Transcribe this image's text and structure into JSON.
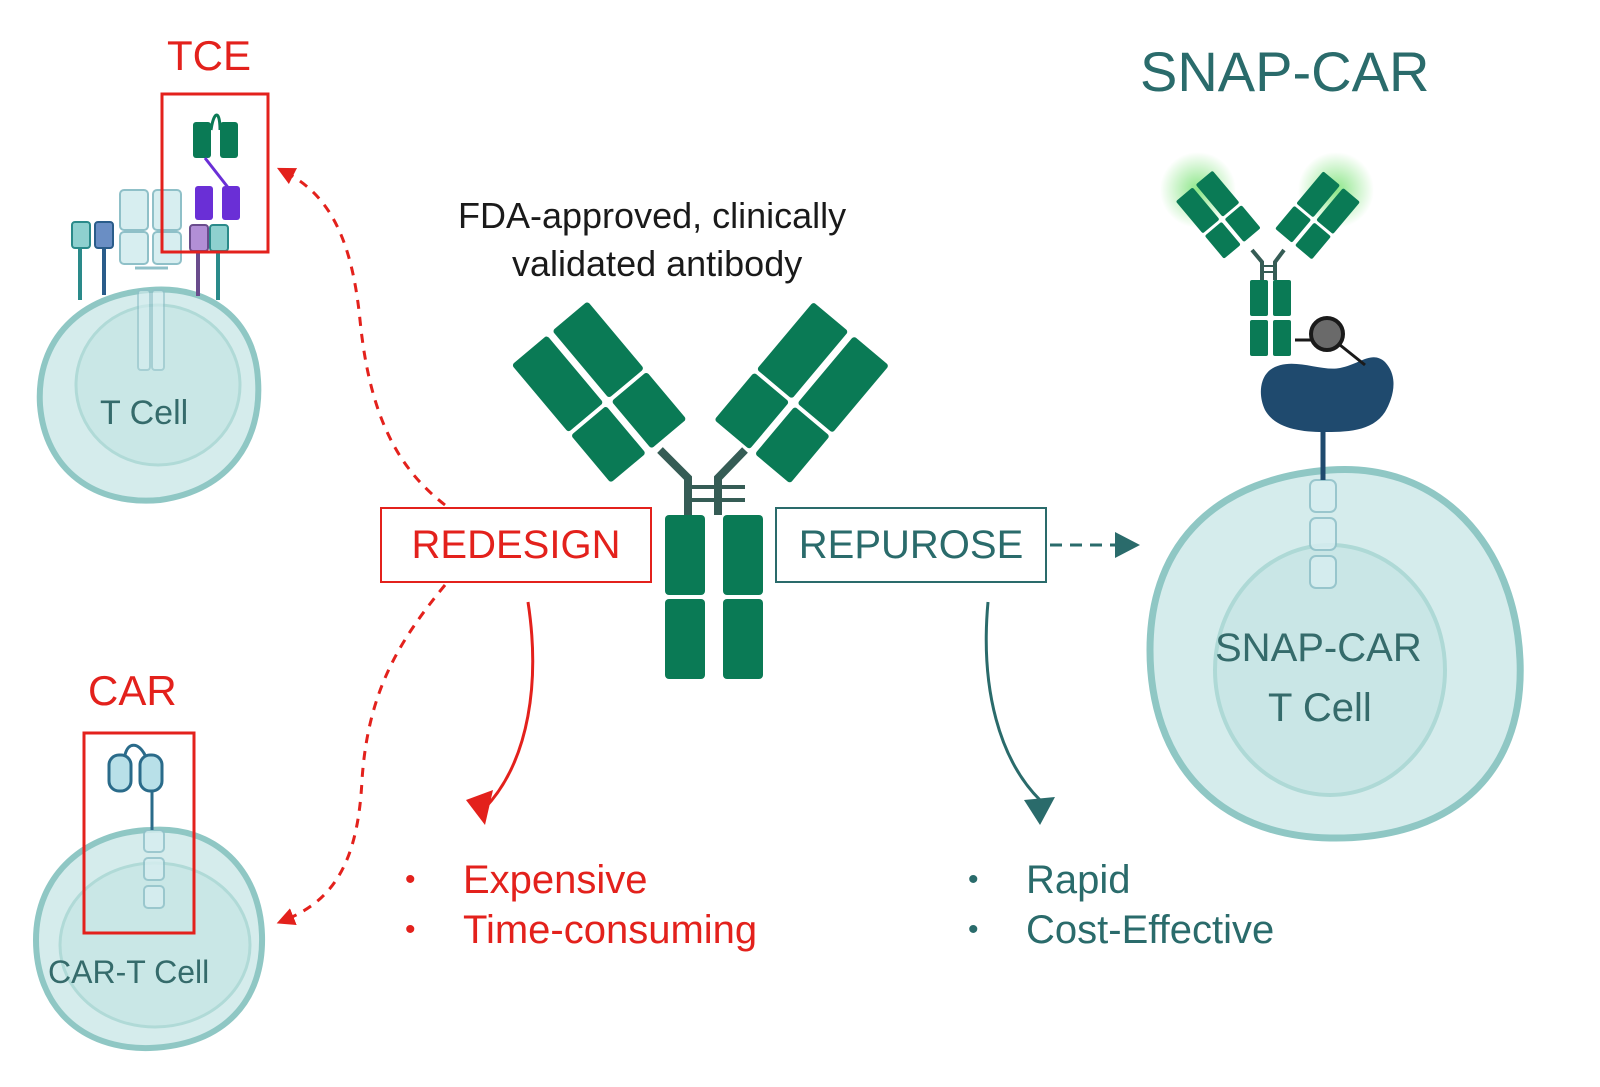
{
  "center": {
    "caption_line1": "FDA-approved, clinically",
    "caption_line2": "validated antibody"
  },
  "redesign": {
    "label": "REDESIGN",
    "bullets": [
      "Expensive",
      "Time-consuming"
    ]
  },
  "repurpose": {
    "label": "REPUROSE",
    "bullets": [
      "Rapid",
      "Cost-Effective"
    ]
  },
  "tce": {
    "title": "TCE",
    "cell_label": "T Cell"
  },
  "car": {
    "title": "CAR",
    "cell_label": "CAR-T Cell"
  },
  "snapcar": {
    "title": "SNAP-CAR",
    "cell_label_line1": "SNAP-CAR",
    "cell_label_line2": "T Cell"
  },
  "colors": {
    "red": "#e3211c",
    "teal": "#2a6b6b",
    "antibody_green": "#0a7a55",
    "cell_fill": "#d5ecec",
    "cell_stroke": "#8fc7c4",
    "snap_tag": "#1f4a6e",
    "glow": "#7ee37a",
    "tce_purple": "#6a2fd6"
  },
  "icons": [
    "antibody-icon",
    "t-cell-icon",
    "snap-tag-icon",
    "tce-molecule-icon",
    "car-receptor-icon"
  ]
}
